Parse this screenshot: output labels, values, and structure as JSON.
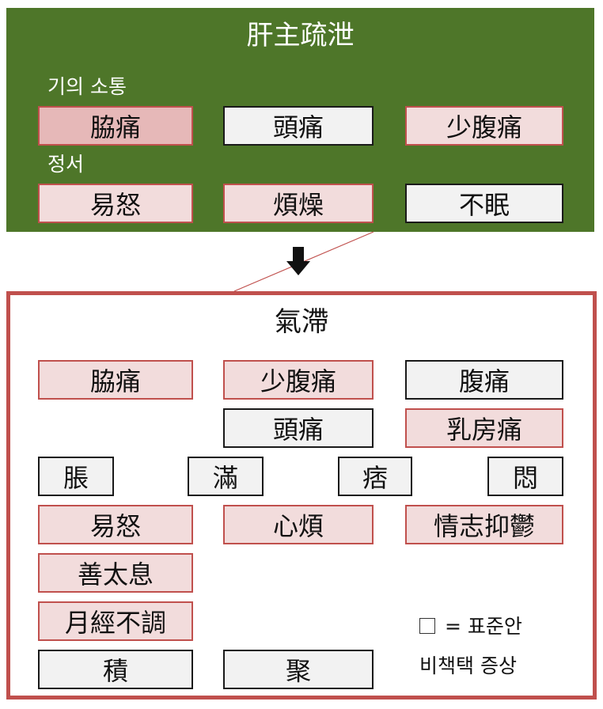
{
  "top": {
    "title": "肝主疏泄",
    "section1_label": "기의 소통",
    "section2_label": "정서",
    "row1": [
      "脇痛",
      "頭痛",
      "少腹痛"
    ],
    "row2": [
      "易怒",
      "煩燥",
      "不眠"
    ]
  },
  "bottom": {
    "title": "氣滯",
    "row1": [
      "脇痛",
      "少腹痛",
      "腹痛"
    ],
    "row2": [
      "頭痛",
      "乳房痛"
    ],
    "row3": [
      "脹",
      "滿",
      "痞",
      "悶"
    ],
    "row4": [
      "易怒",
      "心煩",
      "情志抑鬱"
    ],
    "row5": [
      "善太息"
    ],
    "row6": [
      "月經不調"
    ],
    "row7": [
      "積",
      "聚"
    ]
  },
  "legend": {
    "line1": "= 표준안",
    "line2": "비책택 증상"
  },
  "colors": {
    "top_panel": "#4e7629",
    "accent_red": "#c0504d",
    "pink_fill": "#f2dcdc",
    "gray_fill": "#f2f2f2"
  },
  "icons": {
    "arrow": "down-arrow-icon",
    "legend_swatch": "empty-square-icon"
  }
}
